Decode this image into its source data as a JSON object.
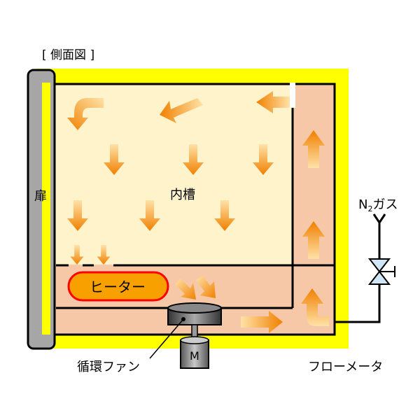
{
  "title": "[ 側面図 ]",
  "labels": {
    "door": "扉",
    "inner_tank": "内槽",
    "heater": "ヒーター",
    "fan": "循環ファン",
    "motor": "M",
    "flowmeter": "フローメータ",
    "n2_gas_prefix": "N",
    "n2_gas_sub": "2",
    "n2_gas_suffix": "ガス"
  },
  "colors": {
    "insulation": "#ffff00",
    "door": "#a6a6a6",
    "chamber": "#fff3cc",
    "duct": "#f7c8a8",
    "arrow_light": "#ffd080",
    "arrow_dark": "#f08000",
    "heater_fill": "#f7a000",
    "heater_border": "#ff0000",
    "outline": "#000000",
    "valve": "#cfe6f7"
  }
}
